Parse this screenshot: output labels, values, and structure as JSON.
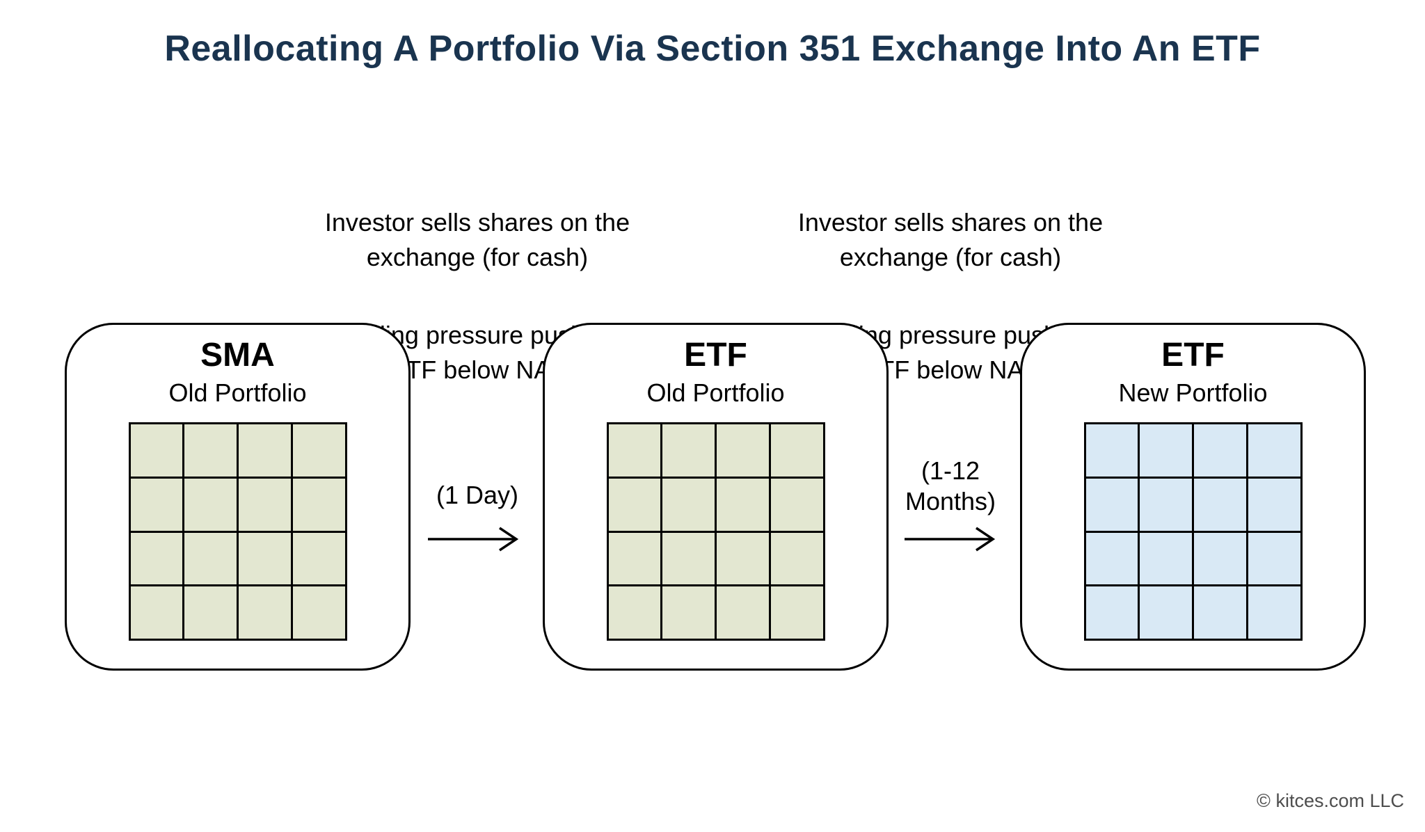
{
  "title": "Reallocating A Portfolio Via Section 351 Exchange Into An ETF",
  "annotations": [
    {
      "sell_text": "Investor sells shares on the\nexchange (for cash)",
      "pressure_text": "Selling pressure pushes\nETF below NAV"
    },
    {
      "sell_text": "Investor sells shares on the\nexchange (for cash)",
      "pressure_text": "Selling pressure pushes\nETF below NAV"
    }
  ],
  "boxes": [
    {
      "name": "SMA",
      "subtitle": "Old Portfolio",
      "grid": {
        "rows": 4,
        "cols": 4,
        "cell_color": "#e3e7d1"
      }
    },
    {
      "name": "ETF",
      "subtitle": "Old Portfolio",
      "grid": {
        "rows": 4,
        "cols": 4,
        "cell_color": "#e3e7d1"
      }
    },
    {
      "name": "ETF",
      "subtitle": "New Portfolio",
      "grid": {
        "rows": 4,
        "cols": 4,
        "cell_color": "#d9e9f5"
      }
    }
  ],
  "arrows": [
    {
      "label": "(1 Day)"
    },
    {
      "label": "(1-12\nMonths)"
    }
  ],
  "copyright": "© kitces.com LLC",
  "colors": {
    "title": "#1a344f",
    "text": "#000000",
    "border": "#000000",
    "old_portfolio_cell": "#e3e7d1",
    "new_portfolio_cell": "#d9e9f5",
    "copyright": "#4d4d4d"
  }
}
